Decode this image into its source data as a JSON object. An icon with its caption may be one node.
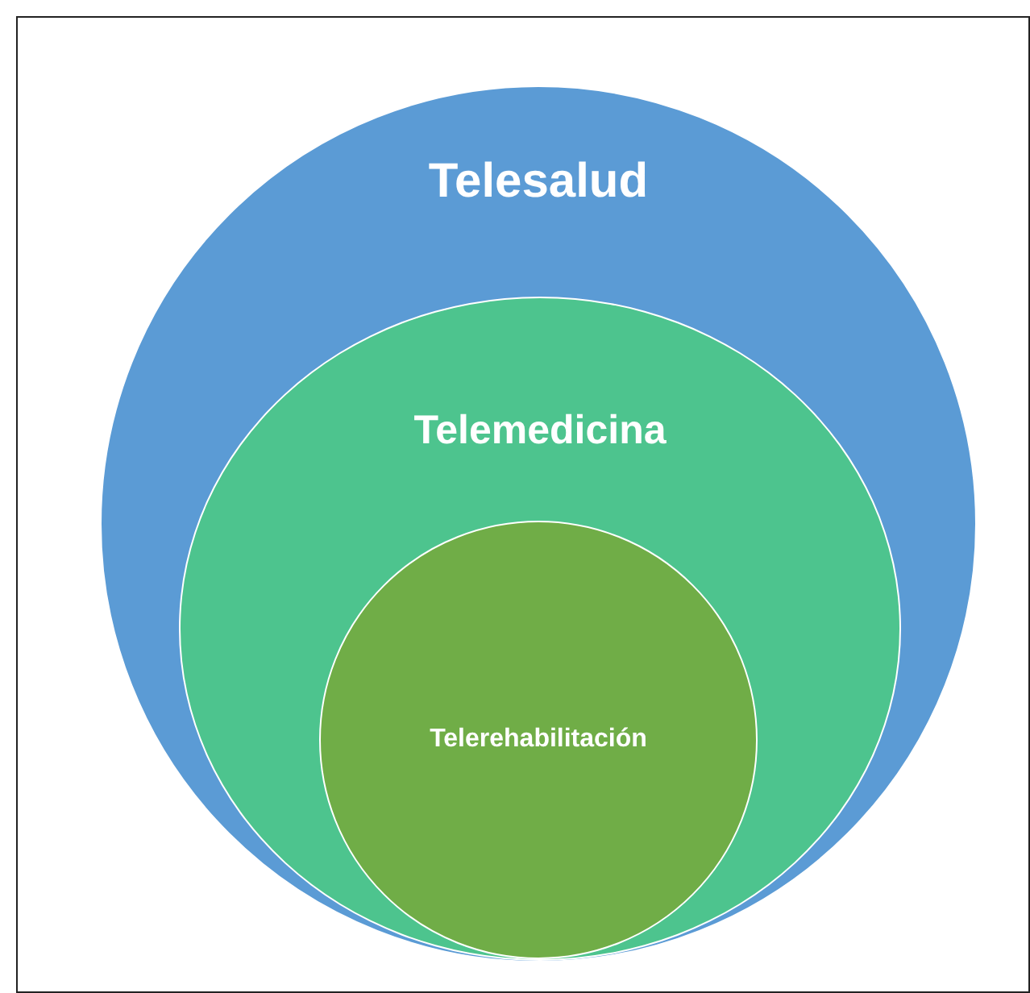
{
  "diagram": {
    "nodes": [
      {
        "text": [
          "Telesalud"
        ]
      },
      {
        "text": [
          "Telemedicina"
        ],
        "in": 0
      },
      {
        "text": [
          "Telerehabilitación"
        ],
        "in": 1
      }
    ]
  }
}
